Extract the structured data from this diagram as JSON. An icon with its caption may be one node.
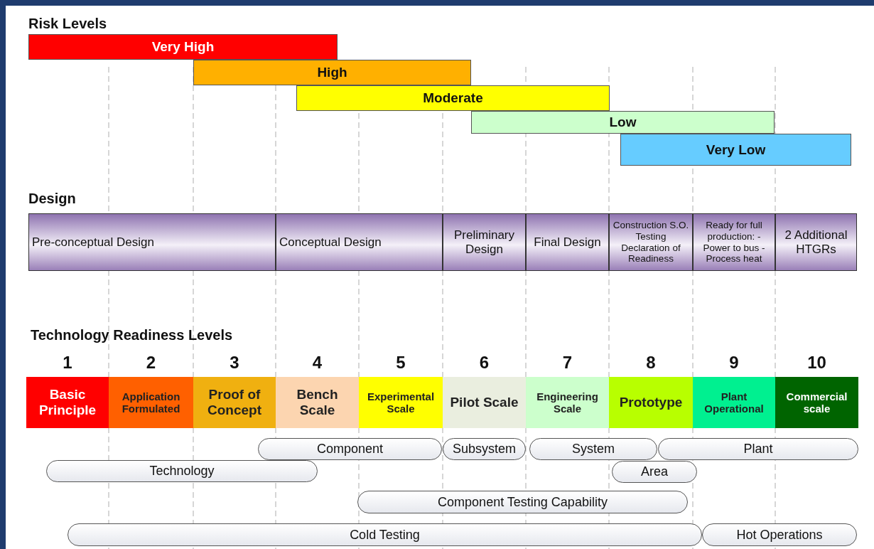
{
  "diagram": {
    "nodes": [
      {
        "text": [
          "Very High"
        ]
      },
      {
        "text": [
          "High"
        ]
      },
      {
        "text": [
          "Moderate"
        ]
      },
      {
        "text": [
          "Low"
        ]
      },
      {
        "text": [
          "Very Low"
        ]
      },
      {
        "text": [
          "Pre-conceptual Design"
        ]
      },
      {
        "text": [
          "Conceptual Design"
        ]
      },
      {
        "text": [
          "Preliminary Design"
        ]
      },
      {
        "text": [
          "Final Design"
        ]
      },
      {
        "text": [
          "Construction S.O. Testing Declaration of Readiness"
        ]
      },
      {
        "text": [
          "Ready for full production: -Power to bus -Process heat"
        ]
      },
      {
        "text": [
          "2 Additional HTGRs"
        ]
      },
      {
        "text": [
          "Basic Principle"
        ],
        "beside": [
          "1"
        ]
      },
      {
        "text": [
          "Application Formulated"
        ],
        "beside": [
          "2"
        ]
      },
      {
        "text": [
          "Proof of Concept"
        ],
        "beside": [
          "3"
        ]
      },
      {
        "text": [
          "Bench Scale"
        ],
        "beside": [
          "4"
        ]
      },
      {
        "text": [
          "Experimental Scale"
        ],
        "beside": [
          "5"
        ]
      },
      {
        "text": [
          "Pilot Scale"
        ],
        "beside": [
          "6"
        ]
      },
      {
        "text": [
          "Engineering Scale"
        ],
        "beside": [
          "7"
        ]
      },
      {
        "text": [
          "Prototype"
        ],
        "beside": [
          "8"
        ]
      },
      {
        "text": [
          "Plant Operational"
        ],
        "beside": [
          "9"
        ]
      },
      {
        "text": [
          "Commercial scale"
        ],
        "beside": [
          "10"
        ]
      },
      {
        "text": [
          "Component"
        ]
      },
      {
        "text": [
          "Subsystem"
        ]
      },
      {
        "text": [
          "System"
        ]
      },
      {
        "text": [
          "Plant"
        ]
      },
      {
        "text": [
          "Technology"
        ]
      },
      {
        "text": [
          "Area"
        ]
      },
      {
        "text": [
          "Component Testing Capability"
        ]
      },
      {
        "text": [
          "Cold Testing"
        ]
      },
      {
        "text": [
          "Hot Operations"
        ]
      }
    ],
    "labels": [
      "Risk Levels",
      "Design",
      "Technology Readiness Levels"
    ]
  }
}
